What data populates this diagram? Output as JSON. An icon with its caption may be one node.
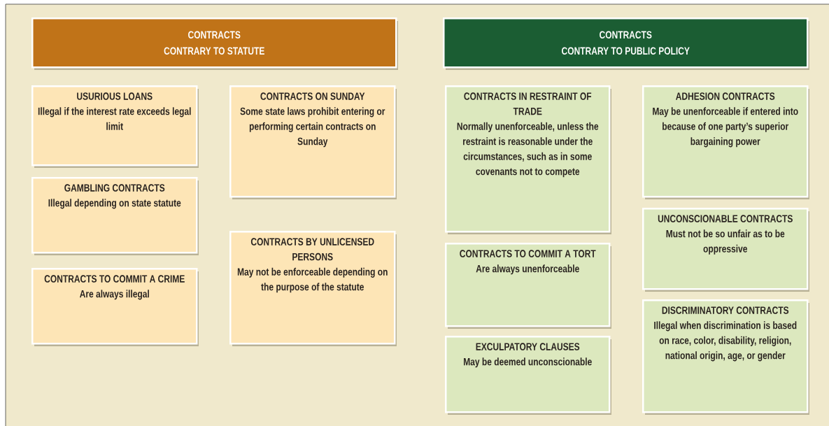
{
  "diagram": {
    "nodes": [
      {
        "text": [
          "CONTRACTS CONTRARY TO STATUTE"
        ]
      },
      {
        "text": [
          "CONTRACTS CONTRARY TO PUBLIC POLICY"
        ]
      },
      {
        "text": [
          "USURIOUS LOANS",
          "Illegal if the interest rate exceeds legal limit"
        ]
      },
      {
        "text": [
          "GAMBLING CONTRACTS",
          "Illegal depending on state statute"
        ]
      },
      {
        "text": [
          "CONTRACTS TO COMMIT A CRIME",
          "Are always illegal"
        ]
      },
      {
        "text": [
          "CONTRACTS ON SUNDAY",
          "Some state laws prohibit entering or performing certain contracts on Sunday"
        ]
      },
      {
        "text": [
          "CONTRACTS BY UNLICENSED PERSONS",
          "May not be enforceable depending on the purpose of the statute"
        ]
      },
      {
        "text": [
          "CONTRACTS IN RESTRAINT OF TRADE",
          "Normally unenforceable, unless the restraint is reasonable under the circumstances, such as in some covenants not to compete"
        ]
      },
      {
        "text": [
          "CONTRACTS TO COMMIT A TORT",
          "Are always unenforceable"
        ]
      },
      {
        "text": [
          "EXCULPATORY CLAUSES",
          "May be deemed unconscionable"
        ]
      },
      {
        "text": [
          "ADHESION CONTRACTS",
          "May be unenforceable if entered into because of one party’s superior bargaining power"
        ]
      },
      {
        "text": [
          "UNCONSCIONABLE CONTRACTS",
          "Must not be so unfair as to be oppressive"
        ]
      },
      {
        "text": [
          "DISCRIMINATORY CONTRACTS",
          "Illegal when discrimination is based on race, color, disability, religion, national origin, age, or gender"
        ]
      }
    ]
  }
}
